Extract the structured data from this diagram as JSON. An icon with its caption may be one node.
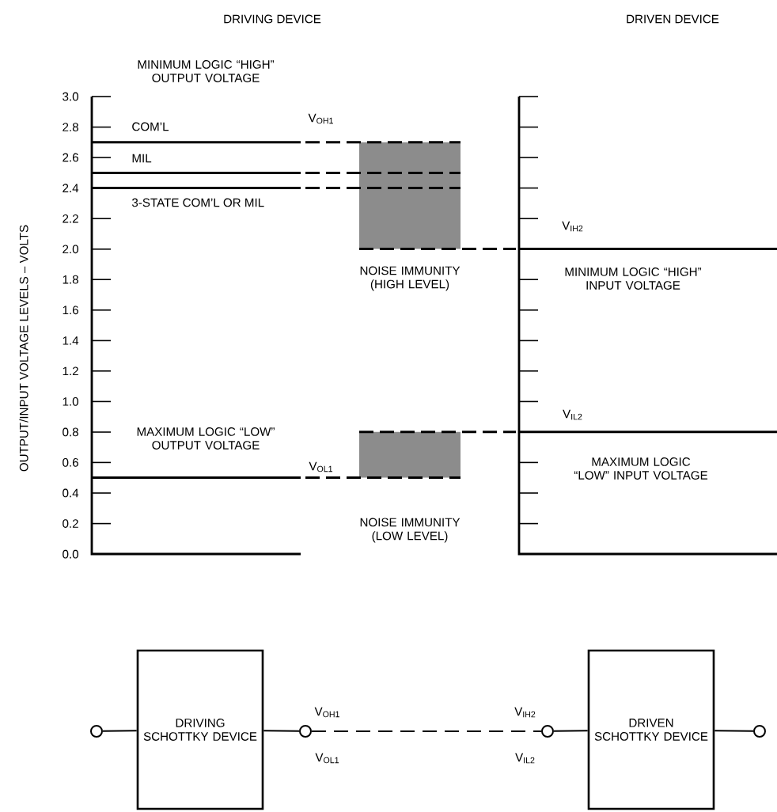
{
  "diagram": {
    "nodes": [
      {
        "text": [],
        "shape": "circle"
      },
      {
        "text": [
          "DRIVING SCHOTTKY DEVICE"
        ]
      },
      {
        "text": [],
        "shape": "circle",
        "beside": [
          "V$_{OH1}$",
          "V$_{OL1}$"
        ]
      },
      {
        "text": [],
        "shape": "circle",
        "beside": [
          "V$_{IH2}$",
          "V$_{IL2}$"
        ]
      },
      {
        "text": [
          "DRIVEN SCHOTTKY DEVICE"
        ]
      },
      {
        "text": [],
        "shape": "circle"
      }
    ],
    "edges": [
      {
        "from": 0,
        "to": 1,
        "arrow": "none"
      },
      {
        "from": 1,
        "to": 2,
        "arrow": "none"
      },
      {
        "from": 2,
        "to": 3,
        "arrow": "none",
        "style": "dashed"
      },
      {
        "from": 3,
        "to": 4,
        "arrow": "none"
      },
      {
        "from": 4,
        "to": 5,
        "arrow": "none"
      }
    ],
    "labels": [
      "DRIVING DEVICE",
      "DRIVEN DEVICE",
      "MINIMUM LOGIC “HIGH” OUTPUT VOLTAGE",
      "3.0",
      "2.8",
      "2.6",
      "2.4",
      "2.2",
      "2.0",
      "1.8",
      "1.6",
      "1.4",
      "1.2",
      "1.0",
      "0.8",
      "0.6",
      "0.4",
      "0.2",
      "0.0",
      "COM’L",
      "V$_{OH1}$",
      "MIL",
      "3-STATE COM’L OR MIL",
      "V$_{IH2}$",
      "NOISE IMMUNITY (HIGH LEVEL)",
      "MINIMUM LOGIC “HIGH” INPUT VOLTAGE",
      "V$_{IL2}$",
      "MAXIMUM LOGIC “LOW” OUTPUT VOLTAGE",
      "V$_{OL1}$",
      "MAXIMUM LOGIC “LOW” INPUT VOLTAGE",
      "NOISE IMMUNITY (LOW LEVEL)",
      "OUTPUT/INPUT VOLTAGE LEVELS – VOLTS"
    ]
  }
}
